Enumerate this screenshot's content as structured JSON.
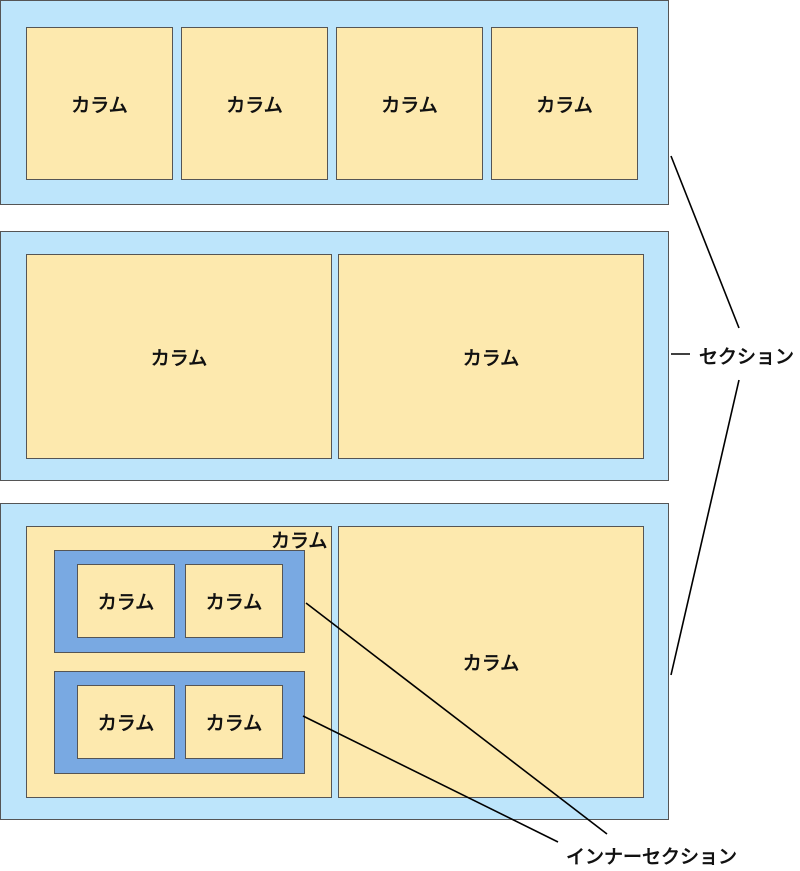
{
  "labels": {
    "column": "カラム",
    "section": "セクション",
    "inner_section": "インナーセクション"
  },
  "colors": {
    "section": "#bde5fb",
    "column": "#fde9ae",
    "inner_section": "#79a9e2",
    "border": "#555555"
  }
}
